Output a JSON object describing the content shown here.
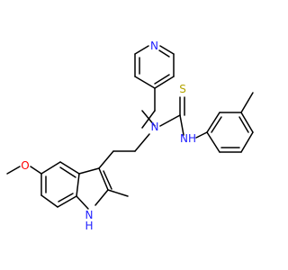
{
  "molecule": {
    "atoms": [
      {
        "id": "N_pyr",
        "label": "N",
        "color": "#1f1fff"
      },
      {
        "id": "S_thio",
        "label": "S",
        "color": "#b3a400"
      },
      {
        "id": "N_central",
        "label": "N",
        "color": "#1f1fff"
      },
      {
        "id": "NH_amide",
        "label": "NH",
        "color": "#1f1fff"
      },
      {
        "id": "O_methoxy",
        "label": "O",
        "color": "#ff0000"
      },
      {
        "id": "NH_indole",
        "label": "H\nN",
        "color": "#1f1fff"
      }
    ],
    "indole_nh": {
      "h": "H",
      "n": "N"
    }
  }
}
